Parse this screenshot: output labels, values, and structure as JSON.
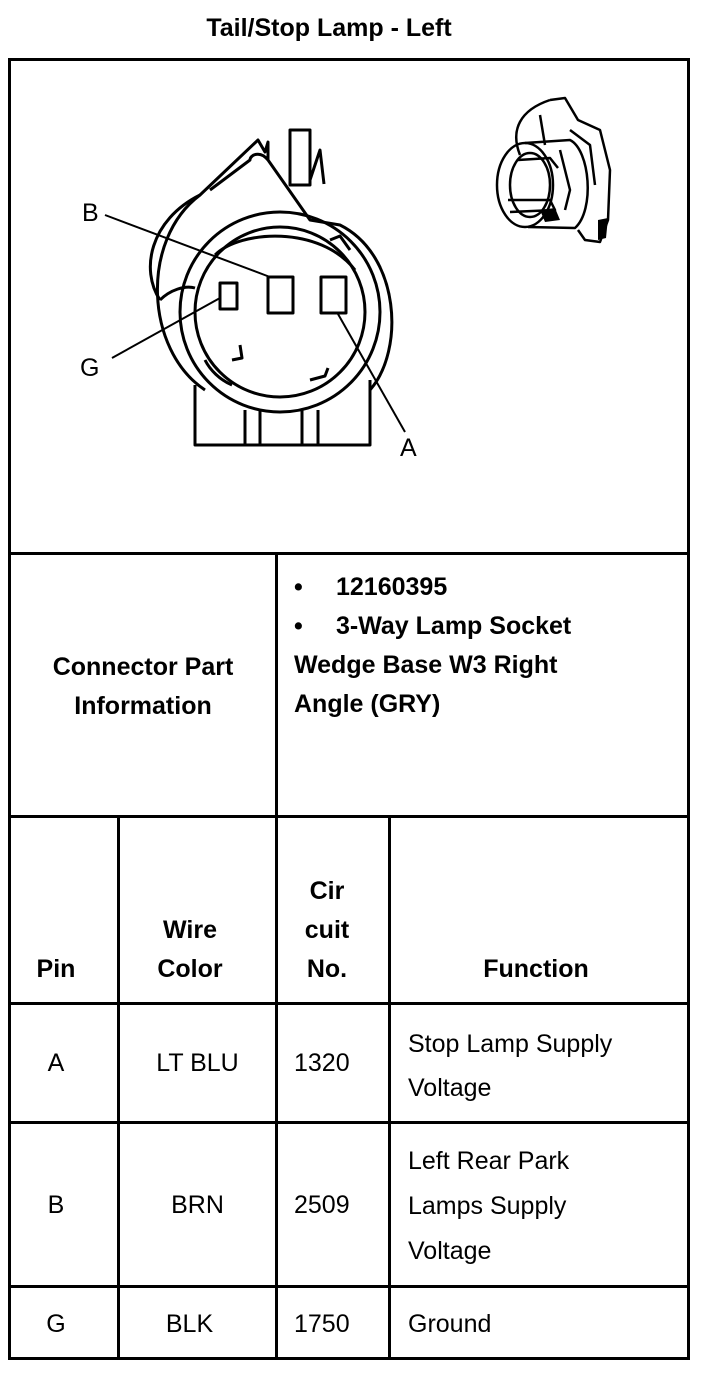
{
  "title": "Tail/Stop Lamp - Left",
  "diagram": {
    "pin_labels": [
      "B",
      "G",
      "A"
    ]
  },
  "connector_info": {
    "label": "Connector Part Information",
    "bullets": [
      "12160395",
      "3-Way Lamp Socket"
    ],
    "description": "Wedge Base W3 Right Angle (GRY)"
  },
  "table": {
    "headers": {
      "pin": "Pin",
      "wire_color": "Wire Color",
      "circuit_no": "Cir cuit No.",
      "function": "Function"
    },
    "rows": [
      {
        "pin": "A",
        "wire_color": "LT BLU",
        "circuit_no": "1320",
        "function": "Stop Lamp Supply Voltage"
      },
      {
        "pin": "B",
        "wire_color": "BRN",
        "circuit_no": "2509",
        "function": "Left Rear Park Lamps Supply Voltage"
      },
      {
        "pin": "G",
        "wire_color": "BLK",
        "circuit_no": "1750",
        "function": "Ground"
      }
    ]
  }
}
